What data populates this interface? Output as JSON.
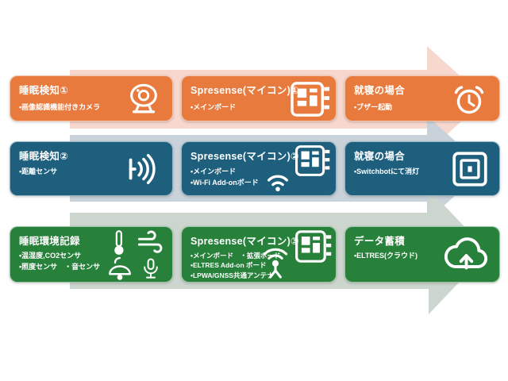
{
  "colors": {
    "orange": "#E87A3E",
    "teal": "#1E5F7E",
    "green": "#27813B",
    "arrow_pink": "#F7D8CF",
    "arrow_gray": "#C9D2DA",
    "arrow_sage": "#CDD6CE",
    "text": "#FFFFFF"
  },
  "rows": [
    {
      "name": "sleep-detection-camera-flow",
      "boxes": [
        {
          "title": "睡眠検知①",
          "bullets": [
            "•画像認識機能付きカメラ"
          ],
          "icons": [
            "webcam-icon"
          ]
        },
        {
          "title": "Spresense(マイコン)①",
          "bullets": [
            "•メインボード"
          ],
          "icons": [
            "circuit-board-icon"
          ]
        },
        {
          "title": "就寝の場合",
          "bullets": [
            "•ブザー起動"
          ],
          "icons": [
            "alarm-clock-icon"
          ]
        }
      ]
    },
    {
      "name": "sleep-detection-distance-flow",
      "boxes": [
        {
          "title": "睡眠検知②",
          "bullets": [
            "•距離センサ"
          ],
          "icons": [
            "distance-sensor-icon"
          ]
        },
        {
          "title": "Spresense(マイコン)②",
          "bullets": [
            "•メインボード",
            "•Wi-Fi Add-onボード"
          ],
          "icons": [
            "circuit-board-icon",
            "wifi-icon"
          ]
        },
        {
          "title": "就寝の場合",
          "bullets": [
            "•Switchbotにて消灯"
          ],
          "icons": [
            "switchbot-icon"
          ]
        }
      ]
    },
    {
      "name": "sleep-environment-flow",
      "boxes": [
        {
          "title": "睡眠環境記録",
          "bullets": [
            "•温湿度,CO2センサ",
            "•照度センサ　・音センサ"
          ],
          "icons": [
            "thermometer-icon",
            "wind-icon",
            "ceiling-light-icon",
            "microphone-icon"
          ]
        },
        {
          "title": "Spresense(マイコン)③",
          "bullets": [
            "•メインボード　・拡張ボード",
            "•ELTRES Add-on ボード",
            "•LPWA/GNSS共通アンテナ"
          ],
          "icons": [
            "antenna-icon",
            "circuit-board-icon"
          ]
        },
        {
          "title": "データ蓄積",
          "bullets": [
            "•ELTRES(クラウド)"
          ],
          "icons": [
            "cloud-upload-icon"
          ]
        }
      ]
    }
  ]
}
